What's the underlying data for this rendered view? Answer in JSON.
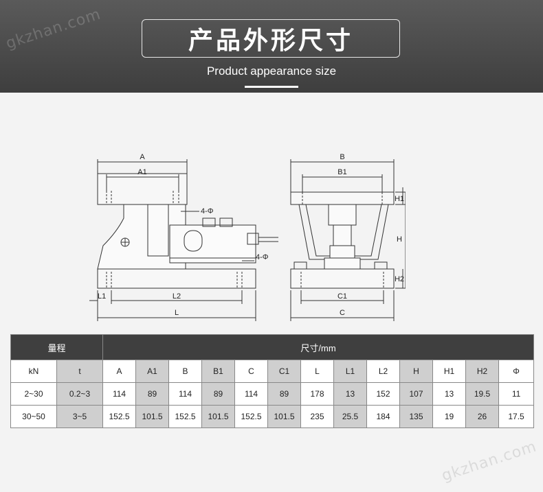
{
  "header": {
    "title": "产品外形尺寸",
    "subtitle": "Product appearance size",
    "watermark": "gkzhan.com"
  },
  "drawing": {
    "front_labels": [
      "A",
      "A1",
      "4-Φ",
      "4-Φ",
      "L1",
      "L2",
      "L"
    ],
    "side_labels": [
      "B",
      "B1",
      "H1",
      "H",
      "H2",
      "C1",
      "C"
    ]
  },
  "table": {
    "group_headers": [
      "量程",
      "尺寸/mm"
    ],
    "columns": [
      "kN",
      "t",
      "A",
      "A1",
      "B",
      "B1",
      "C",
      "C1",
      "L",
      "L1",
      "L2",
      "H",
      "H1",
      "H2",
      "Φ"
    ],
    "rows": [
      [
        "2~30",
        "0.2~3",
        "114",
        "89",
        "114",
        "89",
        "114",
        "89",
        "178",
        "13",
        "152",
        "107",
        "13",
        "19.5",
        "11"
      ],
      [
        "30~50",
        "3~5",
        "152.5",
        "101.5",
        "152.5",
        "101.5",
        "152.5",
        "101.5",
        "235",
        "25.5",
        "184",
        "135",
        "19",
        "26",
        "17.5"
      ]
    ]
  }
}
